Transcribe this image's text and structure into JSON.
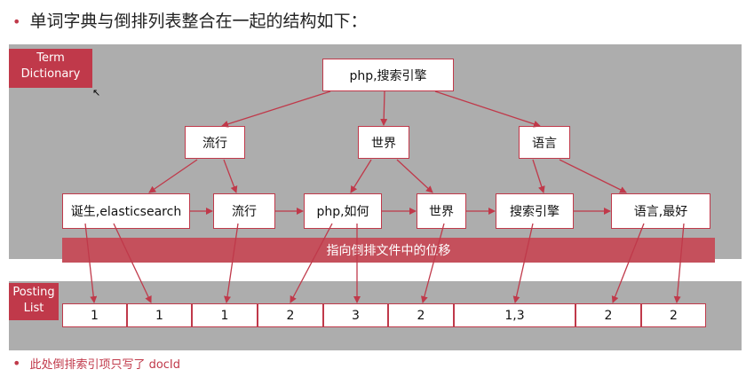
{
  "title": "单词字典与倒排列表整合在一起的结构如下：",
  "term_dictionary_label": "Term\nDictionary",
  "posting_list_label": "Posting\nList",
  "root": "php,搜索引擎",
  "level1": [
    "流行",
    "世界",
    "语言"
  ],
  "leaves": [
    "诞生,elasticsearch",
    "流行",
    "php,如何",
    "世界",
    "搜索引擎",
    "语言,最好"
  ],
  "pointer_band_text": "指向倒排文件中的位移",
  "postings": [
    "1",
    "1",
    "1",
    "2",
    "3",
    "2",
    "1,3",
    "2",
    "2"
  ],
  "footnote": "此处倒排索引项只写了 docId",
  "colors": {
    "accent": "#c0394a",
    "panel": "#adadad",
    "band": "#c5505c"
  }
}
